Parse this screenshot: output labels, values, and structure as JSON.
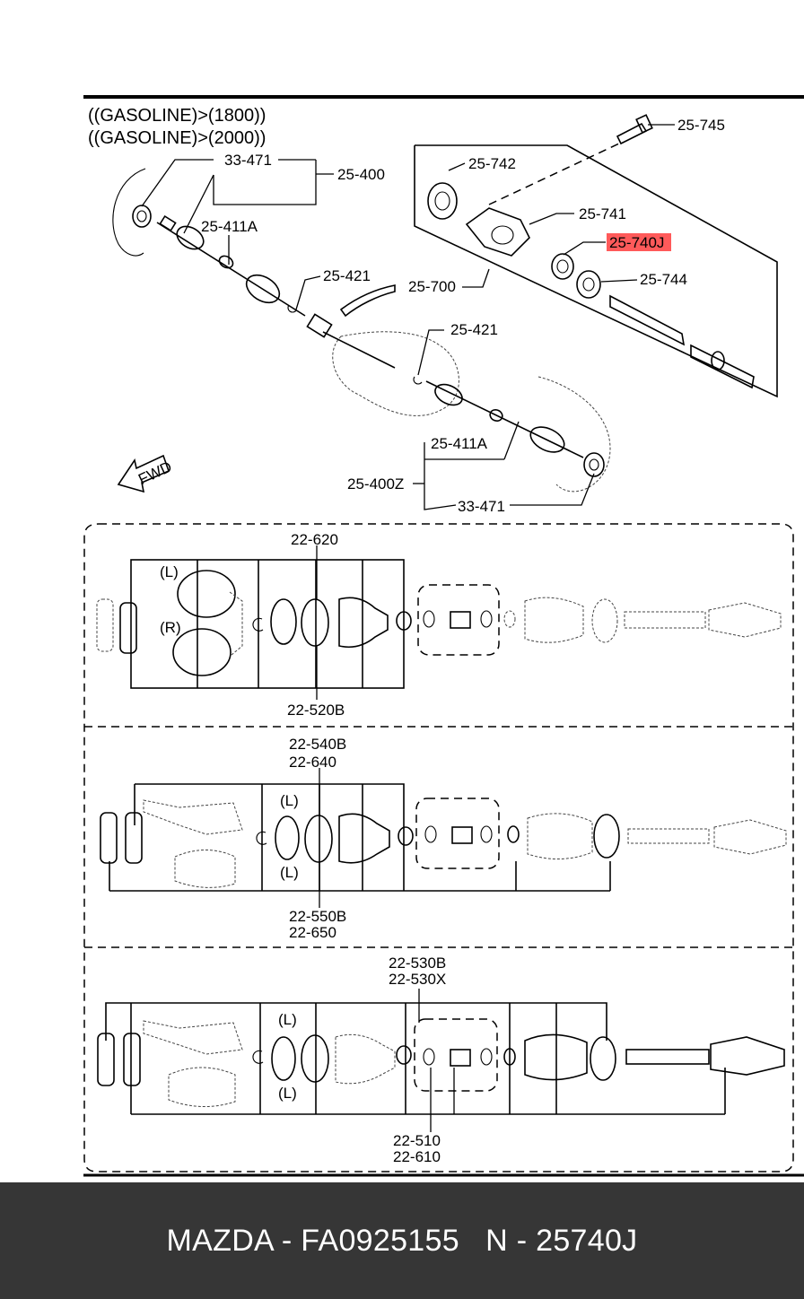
{
  "header": {
    "line1": "((GASOLINE)>(1800))",
    "line2": "((GASOLINE)>(2000))"
  },
  "callouts": {
    "c33471_top": "33-471",
    "c25400": "25-400",
    "c25411A_top": "25-411A",
    "c25421_a": "25-421",
    "c25421_b": "25-421",
    "c25700": "25-700",
    "c25745": "25-745",
    "c25742": "25-742",
    "c25741": "25-741",
    "c25740J": "25-740J",
    "c25744": "25-744",
    "c25411A_bot": "25-411A",
    "c25400Z": "25-400Z",
    "c33471_bot": "33-471",
    "fwd": "FWD"
  },
  "panel1": {
    "top_label": "22-620",
    "bottom_label": "22-520B",
    "left_tag": "(L)",
    "right_tag": "(R)"
  },
  "panel2": {
    "top_label_1": "22-540B",
    "top_label_2": "22-640",
    "bottom_label_1": "22-550B",
    "bottom_label_2": "22-650",
    "tag_a": "(L)",
    "tag_b": "(L)"
  },
  "panel3": {
    "top_label_1": "22-530B",
    "top_label_2": "22-530X",
    "bottom_label_1": "22-510",
    "bottom_label_2": "22-610",
    "tag_a": "(L)",
    "tag_b": "(L)"
  },
  "highlight": {
    "part": "25-740J",
    "color": "#ff5a5a"
  },
  "footer": {
    "text": "MAZDA - FA0925155   N - 25740J"
  }
}
